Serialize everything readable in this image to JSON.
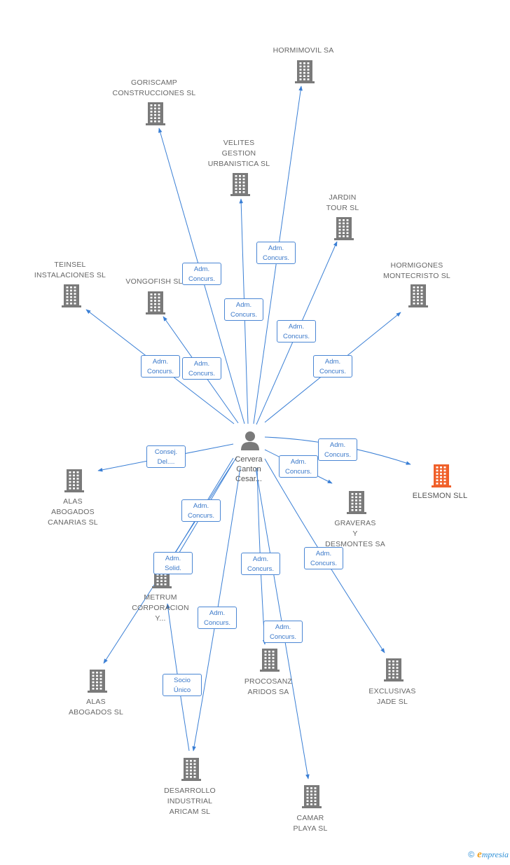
{
  "colors": {
    "edge": "#3a7fd5",
    "node": "#7a7a7a",
    "highlight": "#f0602a",
    "label_border": "#4a86d4"
  },
  "center": {
    "label": "Cervera\nCanton\nCesar..."
  },
  "nodes": [
    {
      "id": "hormimovil",
      "label": "HORMIMOVIL SA"
    },
    {
      "id": "goriscamp",
      "label": "GORISCAMP\nCONSTRUCCIONES SL"
    },
    {
      "id": "velites",
      "label": "VELITES\nGESTION\nURBANISTICA SL"
    },
    {
      "id": "jardin",
      "label": "JARDIN\nTOUR SL"
    },
    {
      "id": "teinsel",
      "label": "TEINSEL\nINSTALACIONES SL"
    },
    {
      "id": "vongofish",
      "label": "VONGOFISH SL"
    },
    {
      "id": "hormigones",
      "label": "HORMIGONES\nMONTECRISTO SL"
    },
    {
      "id": "elesmon",
      "label": "ELESMON SLL",
      "highlight": true
    },
    {
      "id": "alas_canarias",
      "label": "ALAS\nABOGADOS\nCANARIAS SL"
    },
    {
      "id": "graveras",
      "label": "GRAVERAS\nY\nDESMONTES SA"
    },
    {
      "id": "metrum",
      "label": "METRUM\nCORPORACION\nY..."
    },
    {
      "id": "exclusivas",
      "label": "EXCLUSIVAS\nJADE SL"
    },
    {
      "id": "procosanz",
      "label": "PROCOSANZ\nARIDOS SA"
    },
    {
      "id": "alas",
      "label": "ALAS\nABOGADOS SL"
    },
    {
      "id": "desarrollo",
      "label": "DESARROLLO\nINDUSTRIAL\nARICAM SL"
    },
    {
      "id": "camar",
      "label": "CAMAR\nPLAYA SL"
    }
  ],
  "edges": [
    {
      "to": "hormimovil",
      "label": "Adm.\nConcurs."
    },
    {
      "to": "goriscamp",
      "label": "Adm.\nConcurs."
    },
    {
      "to": "velites",
      "label": "Adm.\nConcurs."
    },
    {
      "to": "jardin",
      "label": "Adm.\nConcurs."
    },
    {
      "to": "teinsel",
      "label": "Adm.\nConcurs."
    },
    {
      "to": "vongofish",
      "label": "Adm.\nConcurs."
    },
    {
      "to": "hormigones",
      "label": "Adm.\nConcurs."
    },
    {
      "to": "elesmon",
      "label": "Adm.\nConcurs."
    },
    {
      "to": "graveras",
      "label": "Adm.\nConcurs."
    },
    {
      "to": "alas_canarias",
      "label": "Consej.\nDel...."
    },
    {
      "to": "metrum",
      "label": "Adm.\nConcurs."
    },
    {
      "to": "alas",
      "label": "Adm.\nSolid."
    },
    {
      "to": "procosanz",
      "label": "Adm.\nConcurs."
    },
    {
      "to": "camar",
      "label": "Adm.\nConcurs."
    },
    {
      "to": "desarrollo",
      "label": "Adm.\nConcurs."
    },
    {
      "to": "exclusivas",
      "label": "Adm.\nConcurs."
    },
    {
      "to": "metrum_from_desarrollo",
      "label": "Socio\nÚnico"
    }
  ],
  "footer": {
    "copyright": "©",
    "brand_initial": "e",
    "brand_rest": "mpresia"
  }
}
